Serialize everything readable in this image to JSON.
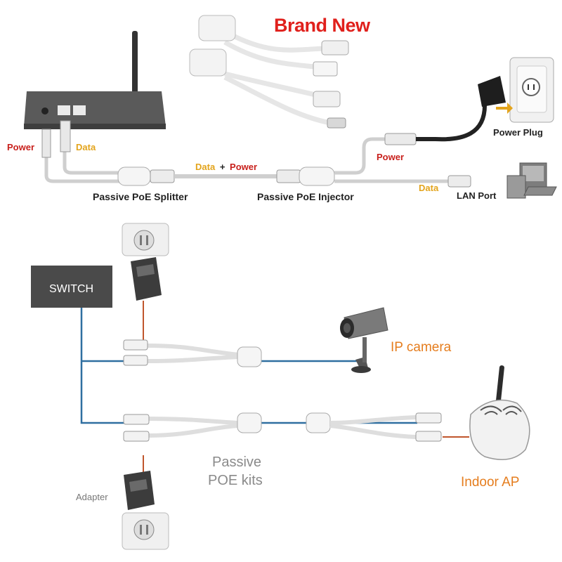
{
  "header": {
    "brand": "Brand New"
  },
  "top_diagram": {
    "power_left": "Power",
    "data_left": "Data",
    "data_plus_power": {
      "data": "Data",
      "plus": "+",
      "power": "Power"
    },
    "splitter_label": "Passive PoE Splitter",
    "injector_label": "Passive PoE Injector",
    "power_right": "Power",
    "data_right": "Data",
    "power_plug_label": "Power Plug",
    "lan_port_label": "LAN Port"
  },
  "bottom_diagram": {
    "switch_label": "SWITCH",
    "camera_label": "IP camera",
    "kits_line1": "Passive",
    "kits_line2": "POE kits",
    "adapter_label": "Adapter",
    "ap_label": "Indoor AP"
  },
  "colors": {
    "brand_red": "#e0201c",
    "power_red": "#c8201c",
    "data_orange": "#e3a41c",
    "network_blue": "#2f6fa0",
    "power_wire": "#c0562c",
    "label_orange": "#e57d1e"
  }
}
